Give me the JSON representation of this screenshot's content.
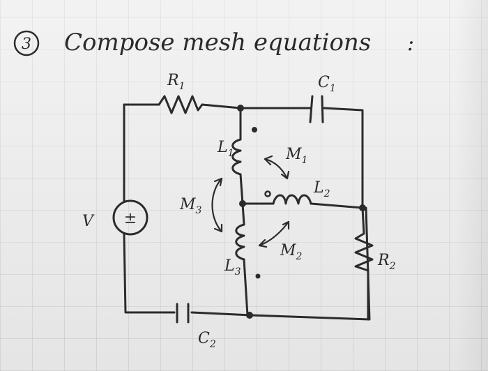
{
  "problem": {
    "number": "3",
    "title": "Compose mesh equations",
    "colon": ":"
  },
  "labels": {
    "R1": "R",
    "R1_sub": "1",
    "C1": "C",
    "C1_sub": "1",
    "L1": "L",
    "L1_sub": "1",
    "L2": "L",
    "L2_sub": "2",
    "L3": "L",
    "L3_sub": "3",
    "M1": "M",
    "M1_sub": "1",
    "M2": "M",
    "M2_sub": "2",
    "M3": "M",
    "M3_sub": "3",
    "R2": "R",
    "R2_sub": "2",
    "C2": "C",
    "C2_sub": "2",
    "V": "V",
    "source_sign": "±"
  }
}
